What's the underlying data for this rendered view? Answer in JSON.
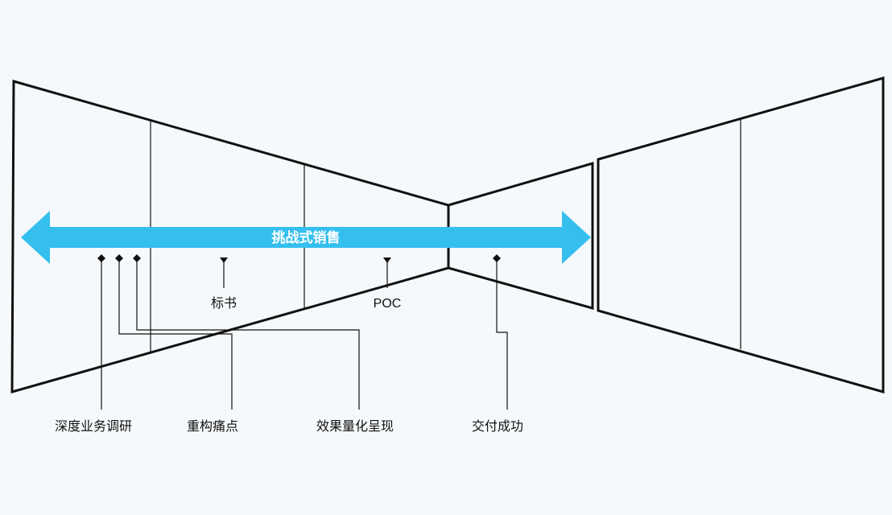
{
  "colors": {
    "background": "#f6f9fb",
    "arrow": "#34bfee",
    "stroke": "#111111",
    "arrow_text": "#ffffff"
  },
  "arrow_label": "挑战式销售",
  "small_labels": {
    "bid": "标书",
    "poc": "POC"
  },
  "bottom_labels": {
    "research": "深度业务调研",
    "pain_points": "重构痛点",
    "quantify": "效果量化呈现",
    "delivery": "交付成功"
  }
}
